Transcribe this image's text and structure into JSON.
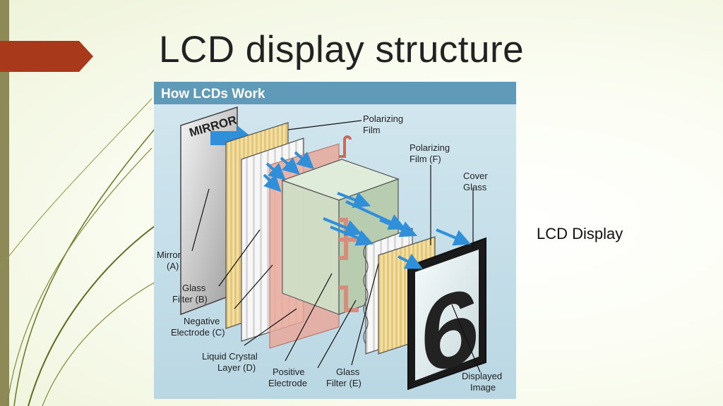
{
  "slide": {
    "title": "LCD display structure",
    "caption": "LCD Display"
  },
  "figure": {
    "header": "How LCDs Work",
    "mirror_panel_text": "MIRROR",
    "labels": {
      "polarizing_film_top": [
        "Polarizing",
        "Film"
      ],
      "polarizing_film_f": [
        "Polarizing",
        "Film (F)"
      ],
      "cover_glass": [
        "Cover",
        "Glass"
      ],
      "mirror": [
        "Mirror",
        "(A)"
      ],
      "glass_filter_b": [
        "Glass",
        "Filter (B)"
      ],
      "negative_electrode": [
        "Negative",
        "Electrode (C)"
      ],
      "liquid_crystal": [
        "Liquid Crystal",
        "Layer (D)"
      ],
      "positive_electrode": [
        "Positive",
        "Electrode"
      ],
      "glass_filter_e": [
        "Glass",
        "Filter (E)"
      ],
      "displayed_image": [
        "Displayed",
        "Image"
      ]
    },
    "digit": "6"
  },
  "colors": {
    "accent_arrow": "#a83a1b",
    "figure_bg": "#c2dde8",
    "figure_header": "#5f9ab8",
    "light_arrow": "#2f8fd8"
  }
}
